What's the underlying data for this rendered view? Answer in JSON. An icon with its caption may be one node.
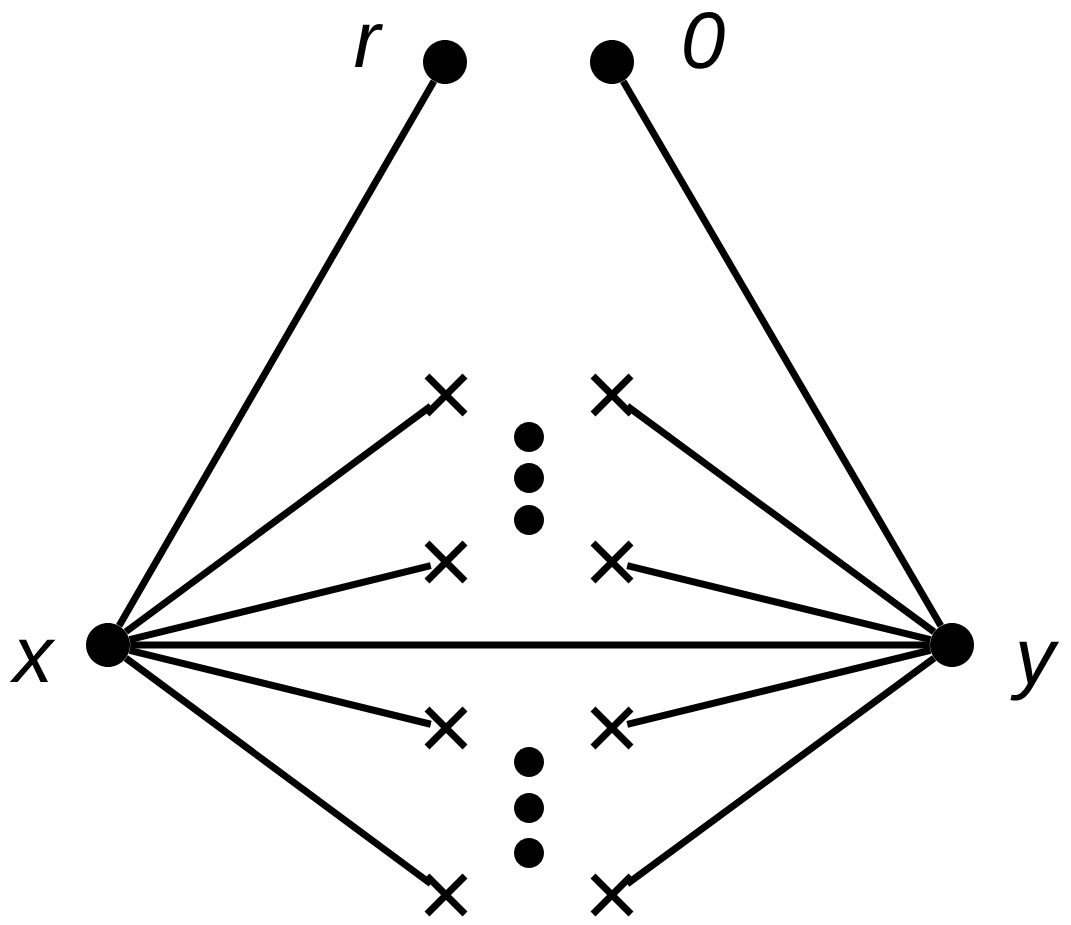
{
  "diagram": {
    "nodes": [
      {
        "text": [],
        "shape": "circle",
        "beside": [
          "r"
        ]
      },
      {
        "text": [],
        "shape": "circle",
        "beside": [
          "0"
        ]
      },
      {
        "text": [],
        "shape": "cross"
      },
      {
        "text": [],
        "shape": "cross"
      },
      {
        "text": [],
        "shape": "cross"
      },
      {
        "text": [],
        "shape": "cross"
      },
      {
        "text": [],
        "shape": "circle",
        "beside": [
          "x"
        ]
      },
      {
        "text": [],
        "shape": "circle",
        "beside": [
          "y"
        ]
      },
      {
        "text": [],
        "shape": "cross"
      },
      {
        "text": [],
        "shape": "cross"
      },
      {
        "text": [],
        "shape": "cross"
      },
      {
        "text": [],
        "shape": "cross"
      }
    ],
    "edges": [
      {
        "from": 6,
        "to": 0,
        "arrow": "none"
      },
      {
        "from": 7,
        "to": 1,
        "arrow": "none"
      },
      {
        "from": 6,
        "to": 2,
        "arrow": "none"
      },
      {
        "from": 6,
        "to": 4,
        "arrow": "none"
      },
      {
        "from": 6,
        "to": 7,
        "arrow": "none"
      },
      {
        "from": 6,
        "to": 8,
        "arrow": "none"
      },
      {
        "from": 6,
        "to": 10,
        "arrow": "none"
      },
      {
        "from": 7,
        "to": 3,
        "arrow": "none"
      },
      {
        "from": 7,
        "to": 5,
        "arrow": "none"
      },
      {
        "from": 7,
        "to": 9,
        "arrow": "none"
      },
      {
        "from": 7,
        "to": 11,
        "arrow": "none"
      }
    ]
  }
}
